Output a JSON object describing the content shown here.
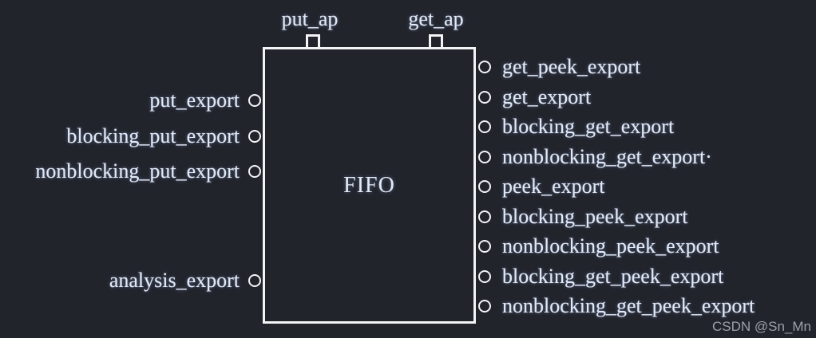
{
  "diagram": {
    "block_label": "FIFO",
    "top_ports": [
      {
        "label": "put_ap"
      },
      {
        "label": "get_ap"
      }
    ],
    "left_ports": [
      {
        "label": "put_export"
      },
      {
        "label": "blocking_put_export"
      },
      {
        "label": "nonblocking_put_export"
      },
      {
        "label": "analysis_export"
      }
    ],
    "right_ports": [
      {
        "label": "get_peek_export"
      },
      {
        "label": "get_export"
      },
      {
        "label": "blocking_get_export"
      },
      {
        "label": "nonblocking_get_export·"
      },
      {
        "label": "peek_export"
      },
      {
        "label": "blocking_peek_export"
      },
      {
        "label": "nonblocking_peek_export"
      },
      {
        "label": "blocking_get_peek_export"
      },
      {
        "label": "nonblocking_get_peek_export"
      }
    ]
  },
  "watermark": "CSDN @Sn_Mn",
  "colors": {
    "background": "#22242c",
    "line": "#f3f4f6",
    "text": "#e2e9f6",
    "watermark": "#9aa0a9"
  }
}
